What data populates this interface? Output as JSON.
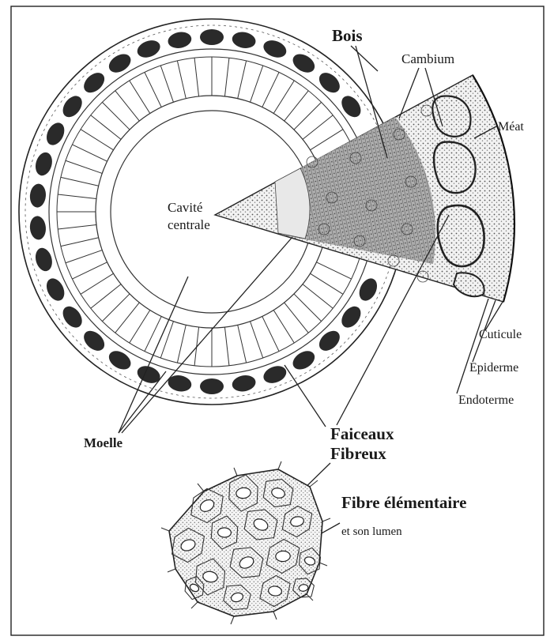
{
  "diagram": {
    "labels": {
      "bois": "Bois",
      "cambium": "Cambium",
      "meat": "Méat",
      "cavite_line1": "Cavité",
      "cavite_line2": "centrale",
      "cuticule": "Cuticule",
      "epiderme": "Epiderme",
      "endoterme": "Endoterme",
      "moelle": "Moelle",
      "faiceaux_line1": "Faiceaux",
      "faiceaux_line2": "Fibreux",
      "fibre": "Fibre élémentaire",
      "lumen": "et son lumen"
    },
    "colors": {
      "ink": "#1a1a1a",
      "bundle": "#2a2a2a",
      "wedge_fill": "#bdbdbd",
      "paper": "#ffffff"
    },
    "bundle_count": 34,
    "ray_count": 56,
    "cell_count": 16
  }
}
